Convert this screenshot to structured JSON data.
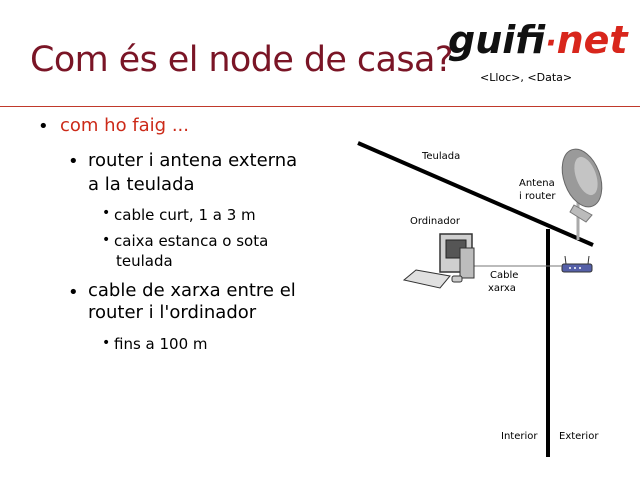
{
  "slide": {
    "title": "Com és el node de casa?",
    "subtitle": "<Lloc>, <Data>"
  },
  "logo": {
    "part1": "guifi",
    "dot": "·",
    "part2": "net"
  },
  "bullets": {
    "level1": "com ho faig ...",
    "items": [
      {
        "text_line1": "router i antena externa",
        "text_line2": "a la teulada",
        "sub": [
          "cable curt, 1 a 3 m",
          "caixa estanca o sota",
          "teulada"
        ]
      },
      {
        "text_line1": "cable de xarxa entre el",
        "text_line2": "router i l'ordinador",
        "sub": [
          "fins a 100 m"
        ]
      }
    ]
  },
  "diagram": {
    "labels": {
      "roof": "Teulada",
      "antenna_line1": "Antena",
      "antenna_line2": "i router",
      "computer": "Ordinador",
      "cable_line1": "Cable",
      "cable_line2": "xarxa",
      "interior": "Interior",
      "exterior": "Exterior"
    }
  },
  "colors": {
    "title": "#7a1526",
    "rule": "#c0392b",
    "bullet_l1": "#cc2a18",
    "logo_accent": "#d8261c"
  }
}
